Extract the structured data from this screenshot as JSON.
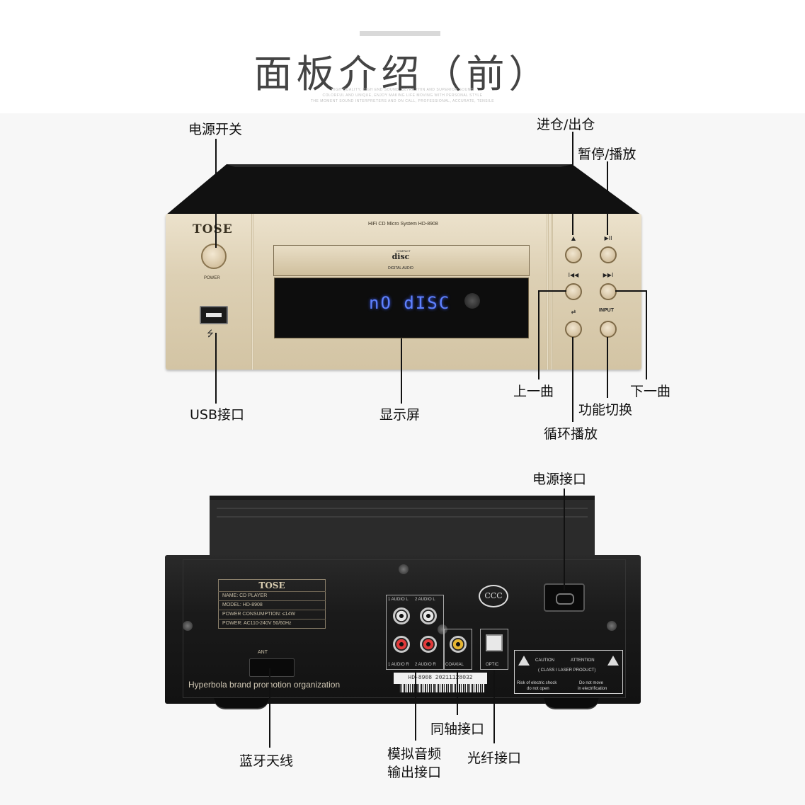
{
  "header": {
    "title": "面板介绍（前）",
    "subtitle_lines": [
      "HIGH QUALITY, HIGH END SOUND, ULTRA THIN AND SUPERIOR SOUND",
      "COLORFUL AND UNIQUE, ENJOY MAKING LIFE MOVING WITH PERSONAL STYLE",
      "THE MOMENT SOUND INTERPRETERS AND ON CALL, PROFESSIONAL, ACCURATE, TENSILE"
    ]
  },
  "front_labels": {
    "power_switch": "电源开关",
    "eject": "进仓/出仓",
    "play_pause": "暂停/播放",
    "prev_track": "上一曲",
    "next_track": "下一曲",
    "function_switch": "功能切换",
    "repeat_play": "循环播放",
    "display": "显示屏",
    "usb_port": "USB接口"
  },
  "front_panel": {
    "brand": "TOSE",
    "power_caption": "POWER",
    "model_text": "HiFi CD Micro System HD-8908",
    "disc_logo": "disc",
    "disc_logo_top": "COMPACT",
    "disc_sub": "DIGITAL AUDIO",
    "display_readout": "nO dISC",
    "input_caption": "INPUT",
    "glyph_eject": "▲",
    "glyph_play_pause": "▶II",
    "glyph_prev": "I◀◀",
    "glyph_next": "▶▶I",
    "glyph_repeat": "⇄",
    "usb_symbol": "⭍"
  },
  "back_labels": {
    "power_socket": "电源接口",
    "bluetooth_antenna": "蓝牙天线",
    "analog_out_line1": "模拟音频",
    "analog_out_line2": "输出接口",
    "coaxial": "同轴接口",
    "optical": "光纤接口"
  },
  "back_panel": {
    "brand": "TOSE",
    "name_row": "NAME:  CD PLAYER",
    "model_row": "MODEL:  HD-8908",
    "power_consumption_row": "POWER CONSUMPTION:  ≤14W",
    "power_row": "POWER:  AC110-240V 50/60Hz",
    "ant_label": "ANT",
    "organization": "Hyperbola brand promotion organization",
    "audio_l_1": "1 AUDIO L",
    "audio_l_2": "2 AUDIO L",
    "audio_r_1": "1 AUDIO R",
    "audio_r_2": "2 AUDIO R",
    "coaxial_caption": "COAXIAL",
    "optic_caption": "OPTIC",
    "ccc": "CCC",
    "serial": "HD-8908  20211128032",
    "caution_title_left": "CAUTION",
    "caution_title_right": "ATTENTION",
    "laser_class": "( CLASS I LASER PRODUCT)",
    "risk_line1": "Risk of electric shock",
    "risk_line2": "do not open",
    "move_line1": "Do not move",
    "move_line2": "in electrification"
  }
}
